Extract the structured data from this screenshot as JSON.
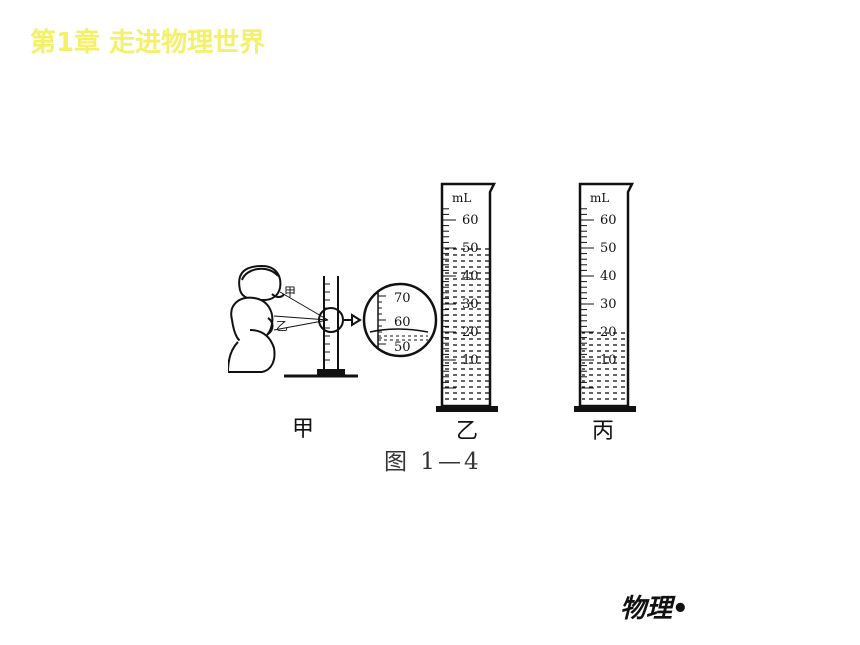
{
  "header": {
    "chapter_title": "第1章 走进物理世界"
  },
  "figure": {
    "unit_label": "mL",
    "panel_labels": [
      "甲",
      "乙",
      "丙"
    ],
    "observer_labels": [
      "甲",
      "乙"
    ],
    "magnifier_ticks": [
      "70",
      "60",
      "50"
    ],
    "cylinder_ticks": [
      "60",
      "50",
      "40",
      "30",
      "20",
      "10"
    ],
    "cylinder_b_fill_ml": 50,
    "cylinder_c_fill_ml": 20,
    "caption": "图 1—4"
  },
  "footer": {
    "subject": "物理•"
  }
}
